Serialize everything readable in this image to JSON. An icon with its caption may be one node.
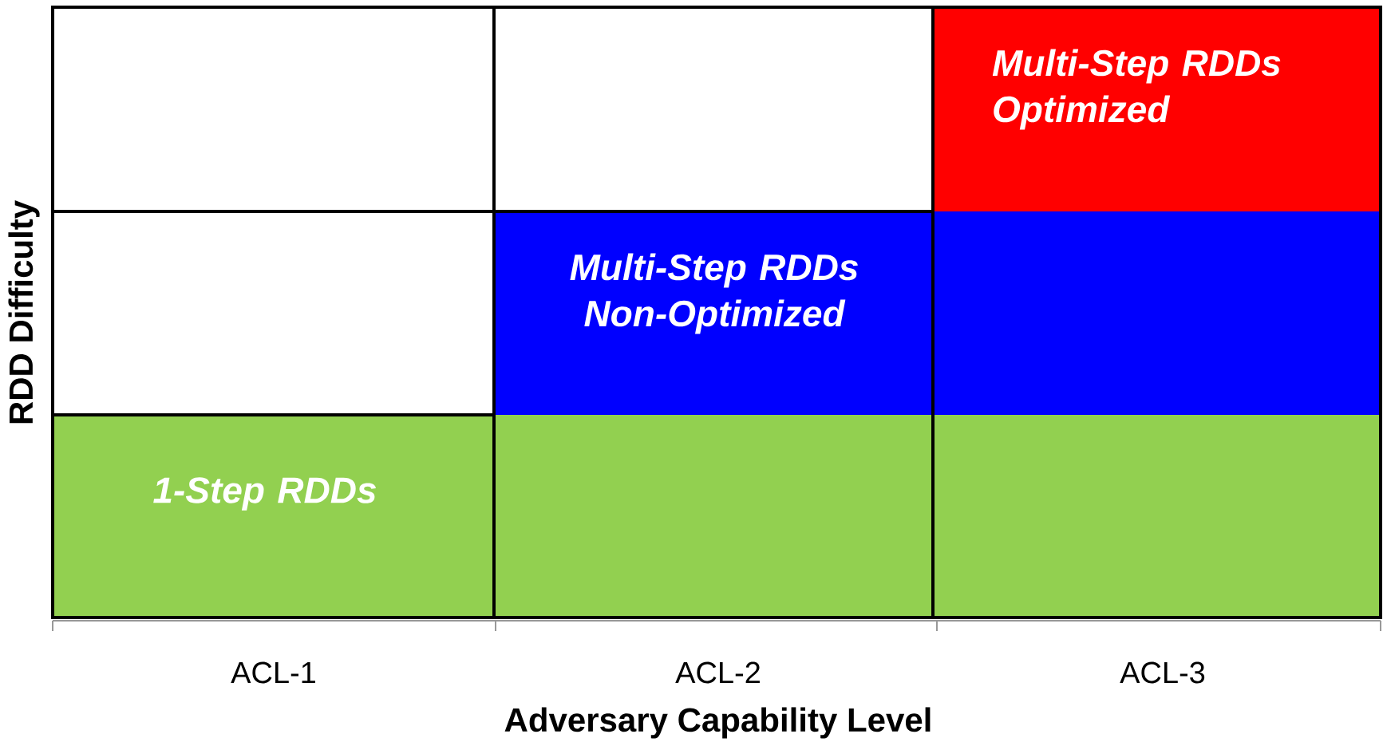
{
  "diagram": {
    "nodes": [
      {
        "text": [
          "Multi-Step RDDs Optimized"
        ]
      },
      {
        "text": [
          "Multi-Step RDDs Non-Optimized"
        ]
      },
      {
        "text": [
          "1-Step RDDs"
        ]
      }
    ],
    "labels": [
      "RDD Difficulty",
      "ACL-1",
      "ACL-2",
      "ACL-3",
      "Adversary Capability Level"
    ]
  }
}
